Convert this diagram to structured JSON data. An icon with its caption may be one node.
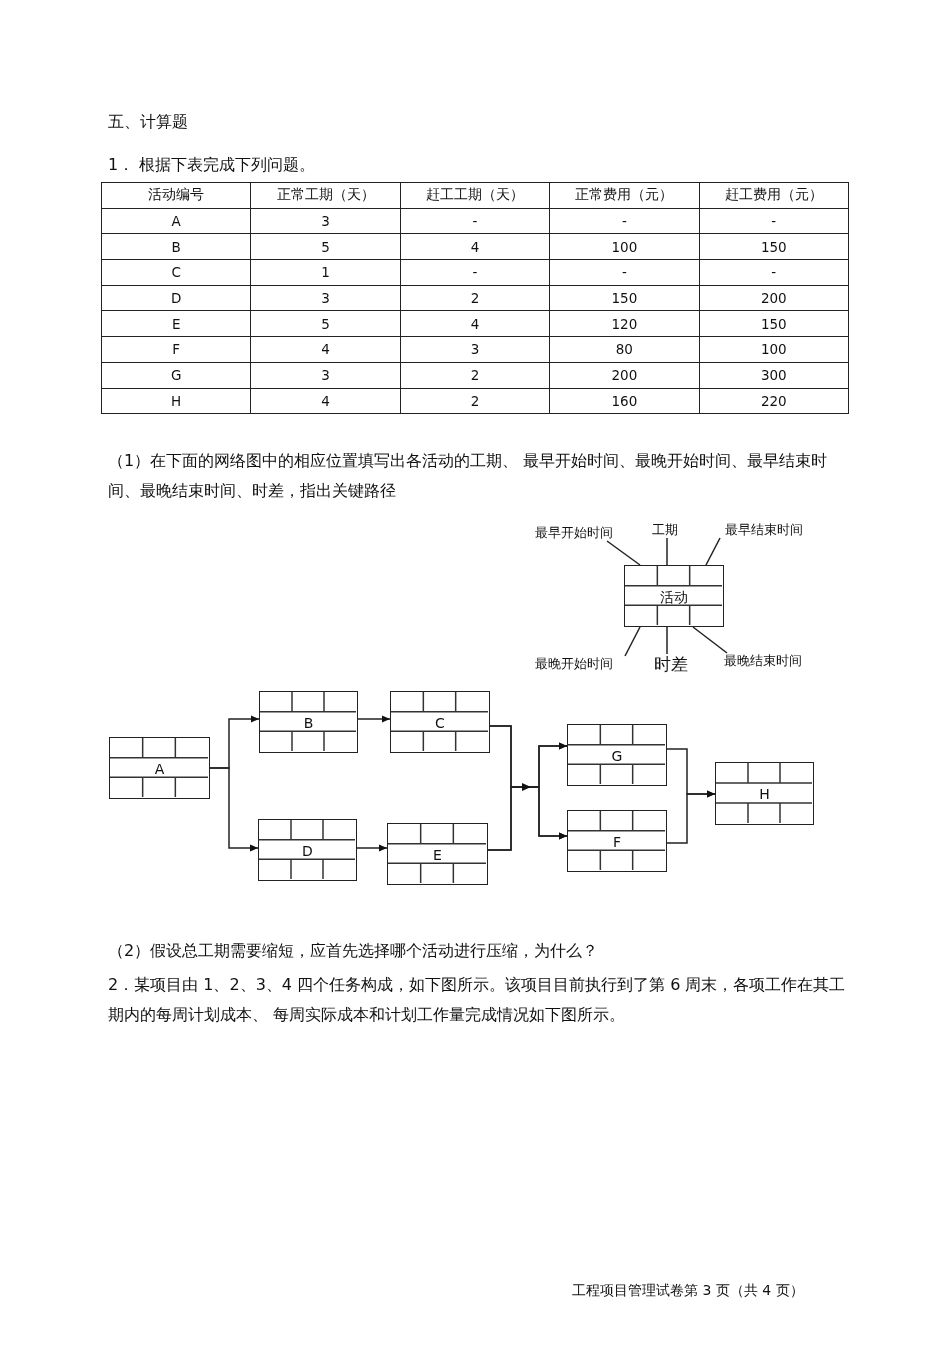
{
  "diagram": {
    "nodes": [
      {
        "text": [
          "活动"
        ]
      },
      {
        "text": [
          "最早开始时间"
        ]
      },
      {
        "text": [
          "工期"
        ]
      },
      {
        "text": [
          "最早结束时间"
        ]
      },
      {
        "text": [
          "最晚开始时间"
        ]
      },
      {
        "text": [
          "时差"
        ]
      },
      {
        "text": [
          "最晚结束时间"
        ]
      },
      {
        "text": [
          "A"
        ]
      },
      {
        "text": [
          "B"
        ]
      },
      {
        "text": [
          "C"
        ]
      },
      {
        "text": [
          "D"
        ]
      },
      {
        "text": [
          "E"
        ]
      },
      {
        "text": [
          "G"
        ]
      },
      {
        "text": [
          "F"
        ]
      },
      {
        "text": [
          "H"
        ]
      }
    ],
    "edges": [
      {
        "from": 1,
        "to": 0,
        "arrow": "none"
      },
      {
        "from": 2,
        "to": 0,
        "arrow": "none"
      },
      {
        "from": 3,
        "to": 0,
        "arrow": "none"
      },
      {
        "from": 4,
        "to": 0,
        "arrow": "none"
      },
      {
        "from": 5,
        "to": 0,
        "arrow": "none"
      },
      {
        "from": 6,
        "to": 0,
        "arrow": "none"
      },
      {
        "from": 7,
        "to": 8,
        "arrow": "to"
      },
      {
        "from": 7,
        "to": 10,
        "arrow": "to"
      },
      {
        "from": 8,
        "to": 9,
        "arrow": "to"
      },
      {
        "from": 10,
        "to": 11,
        "arrow": "to"
      },
      {
        "from": 9,
        "to": 12,
        "arrow": "to"
      },
      {
        "from": 9,
        "to": 13,
        "arrow": "to"
      },
      {
        "from": 11,
        "to": 12,
        "arrow": "to"
      },
      {
        "from": 11,
        "to": 13,
        "arrow": "to"
      },
      {
        "from": 12,
        "to": 14,
        "arrow": "to"
      },
      {
        "from": 13,
        "to": 14,
        "arrow": "to"
      }
    ],
    "labels": [
      "五、计算题",
      "1．  根据下表完成下列问题。",
      "活动编号",
      "正常工期（天）",
      "赶工工期（天）",
      "正常费用（元）",
      "赶工费用（元）",
      "A",
      "3",
      "-",
      "-",
      "-",
      "B",
      "5",
      "4",
      "100",
      "150",
      "C",
      "1",
      "-",
      "-",
      "-",
      "D",
      "3",
      "2",
      "150",
      "200",
      "E",
      "5",
      "4",
      "120",
      "150",
      "F",
      "4",
      "3",
      "80",
      "100",
      "G",
      "3",
      "2",
      "200",
      "300",
      "H",
      "4",
      "2",
      "160",
      "220",
      "（1）在下面的网络图中的相应位置填写出各活动的工期、 最早开始时间、最晚开始时间、最早结束时间、最晚结束时间、时差，指出关键路径",
      "（2）假设总工期需要缩短，应首先选择哪个活动进行压缩，为什么？",
      "2．某项目由 1、2、3、4 四个任务构成，如下图所示。该项目目前执行到了第 6 周末，各项工作在其工期内的每周计划成本、 每周实际成本和计划工作量完成情况如下图所示。",
      "工程项目管理试卷第 3 页（共 4 页）"
    ]
  }
}
